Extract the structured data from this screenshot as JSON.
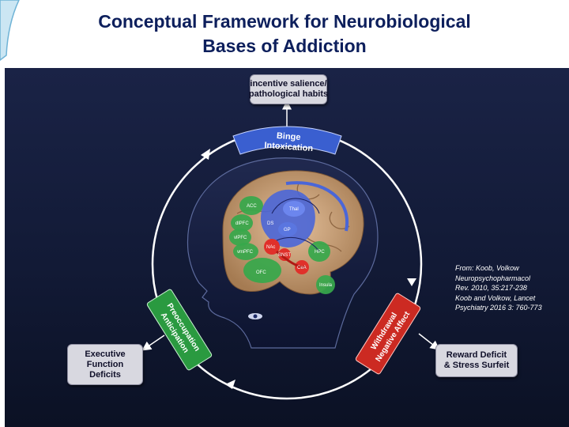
{
  "slide": {
    "title_line1": "Conceptual Framework for Neurobiological",
    "title_line2": "Bases of Addiction"
  },
  "diagram": {
    "boxes": {
      "incentive": [
        "incentive salience/",
        "pathological habits"
      ],
      "executive": [
        "Executive",
        "Function",
        "Deficits"
      ],
      "reward": [
        "Reward Deficit",
        "& Stress Surfeit"
      ]
    },
    "stages": {
      "binge": [
        "Binge",
        "Intoxication"
      ],
      "withdrawal": [
        "Withdrawal",
        "Negative Affect"
      ],
      "preoccupation": [
        "Preoccupation",
        "Anticipation"
      ]
    },
    "brain_regions": {
      "acc": "ACC",
      "dlpfc": "dlPFC",
      "vlpfc": "vlPFC",
      "vmpfc": "vmPFC",
      "ofc": "OFC",
      "ds": "DS",
      "thal": "Thal",
      "gp": "GP",
      "nac": "NAc",
      "bnst": "BNST",
      "cea": "CeA",
      "hpc": "HPC",
      "insula": "Insula"
    },
    "colors": {
      "binge": "#3a5fd0",
      "withdrawal": "#cc2a22",
      "preoccupation": "#2a9a40",
      "background": "#161e3e"
    }
  },
  "citation": [
    "From:  Koob, Volkow",
    "Neuropsychopharmacol",
    "Rev. 2010, 35:217-238",
    "Koob and Volkow, Lancet",
    "Psychiatry 2016 3: 760-773"
  ]
}
